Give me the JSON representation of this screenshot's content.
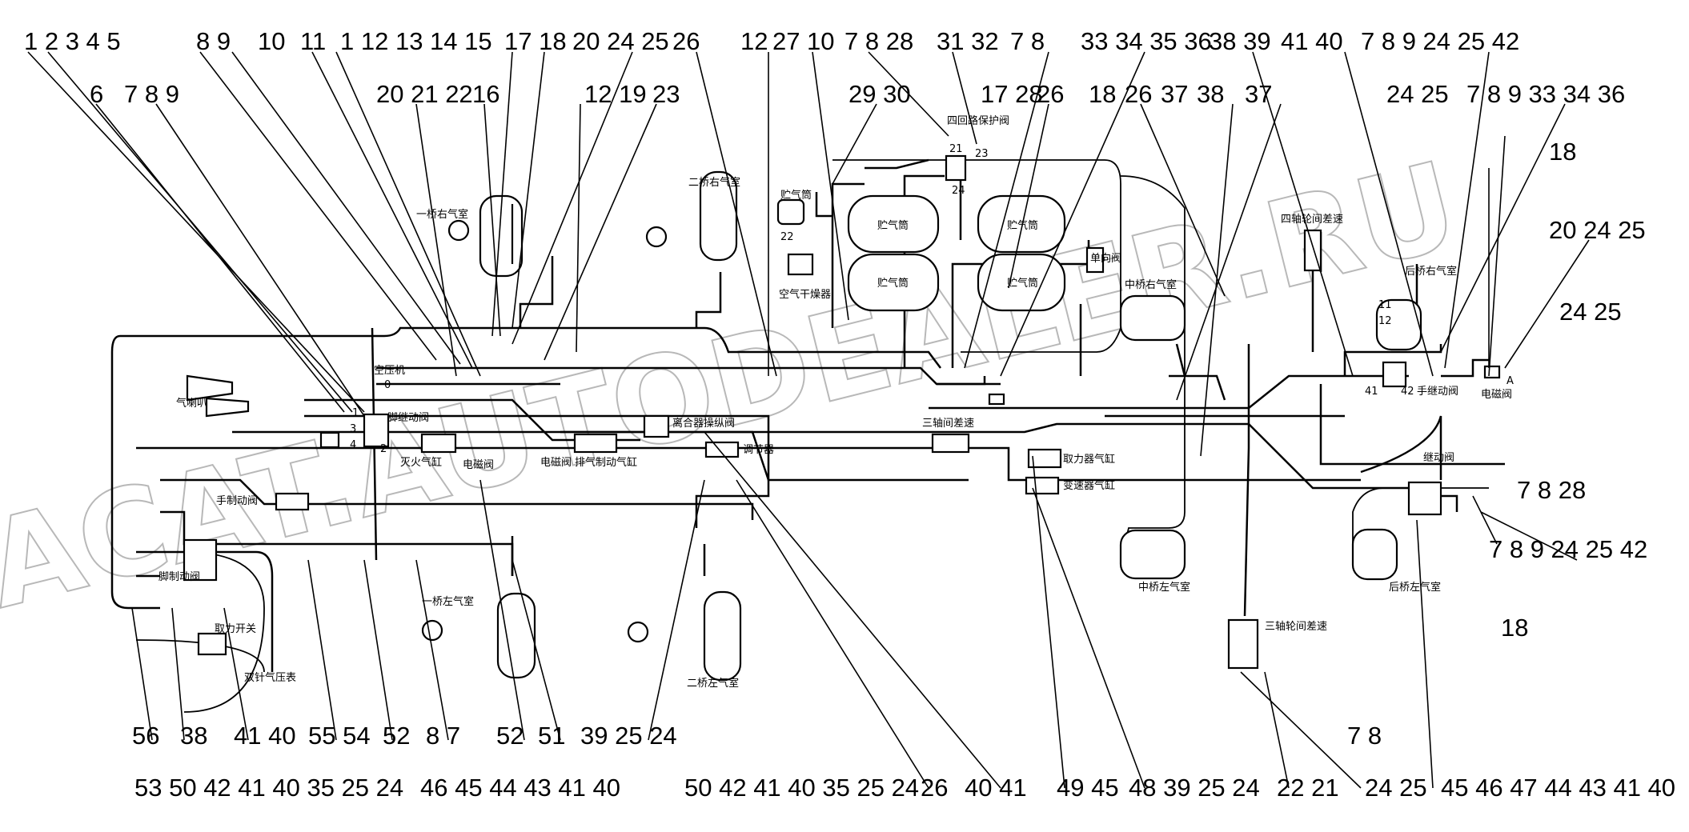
{
  "watermark": "ACAT.AUTODEALER.RU",
  "callouts_top": [
    {
      "text": "1 2 3 4 5"
    },
    {
      "text": "8 9"
    },
    {
      "text": "10"
    },
    {
      "text": "11"
    },
    {
      "text": "1 12 13 14 15"
    },
    {
      "text": "17 18"
    },
    {
      "text": "20 24 25"
    },
    {
      "text": "26"
    },
    {
      "text": "12"
    },
    {
      "text": "27"
    },
    {
      "text": "10"
    },
    {
      "text": "7 8 28"
    },
    {
      "text": "31 32"
    },
    {
      "text": "7 8"
    },
    {
      "text": "33 34 35 36"
    },
    {
      "text": "38 39"
    },
    {
      "text": "41 40"
    },
    {
      "text": "7 8 9 24 25 42"
    }
  ],
  "callouts_row2": [
    {
      "text": "6"
    },
    {
      "text": "7 8 9"
    },
    {
      "text": "20 21 22"
    },
    {
      "text": "16"
    },
    {
      "text": "12 19"
    },
    {
      "text": "23"
    },
    {
      "text": "29 30"
    },
    {
      "text": "17 28"
    },
    {
      "text": "26"
    },
    {
      "text": "18"
    },
    {
      "text": "26"
    },
    {
      "text": "37"
    },
    {
      "text": "38"
    },
    {
      "text": "37"
    },
    {
      "text": "24 25"
    },
    {
      "text": "7 8 9 33 34 36"
    }
  ],
  "callouts_right": [
    {
      "text": "18"
    },
    {
      "text": "20 24 25"
    },
    {
      "text": "24 25"
    },
    {
      "text": "7 8 28"
    },
    {
      "text": "7 8 9 24 25 42"
    },
    {
      "text": "18"
    },
    {
      "text": "7 8"
    }
  ],
  "callouts_bottom1": [
    {
      "text": "56"
    },
    {
      "text": "38"
    },
    {
      "text": "41 40"
    },
    {
      "text": "55 54"
    },
    {
      "text": "52"
    },
    {
      "text": "8 7"
    },
    {
      "text": "52"
    },
    {
      "text": "51"
    },
    {
      "text": "39 25 24"
    }
  ],
  "callouts_bottom2": [
    {
      "text": "53 50 42 41 40 35 25 24"
    },
    {
      "text": "46 45 44 43 41 40"
    },
    {
      "text": "50 42 41 40 35 25 24"
    },
    {
      "text": "26"
    },
    {
      "text": "40 41"
    },
    {
      "text": "49 45"
    },
    {
      "text": "48 39 25 24"
    },
    {
      "text": "22 21"
    },
    {
      "text": "24 25"
    },
    {
      "text": "45 46 47 44 43 41 40"
    }
  ],
  "labels": {
    "front_axle_right_chamber": "一桥右气室",
    "front_axle_left_chamber": "一桥左气室",
    "second_axle_right_chamber": "二桥右气室",
    "second_axle_left_chamber": "二桥左气室",
    "middle_axle_right_chamber": "中桥右气室",
    "middle_axle_left_chamber": "中桥左气室",
    "rear_axle_right_chamber": "后桥右气室",
    "rear_axle_left_chamber": "后桥左气室",
    "air_tank_1": "贮气筒",
    "air_tank_2": "贮气筒",
    "air_tank_3": "贮气筒",
    "air_tank_4": "贮气筒",
    "air_tank_5": "贮气筒",
    "air_dryer": "空气干燥器",
    "four_circuit_valve": "四回路保护阀",
    "check_valve": "单向阀",
    "compressor": "空压机",
    "horn": "气喇叭",
    "foot_relay_valve": "脚继动阀",
    "flameout_cylinder": "灭火气缸",
    "solenoid_valve_1": "电磁阀",
    "solenoid_valve_2": "电磁阀",
    "solenoid_valve_3": "电磁阀",
    "exhaust_brake_cylinder": "排气制动气缸",
    "clutch_valve": "离合器操纵阀",
    "regulator": "调节器",
    "hand_brake_valve": "手制动阀",
    "foot_brake_valve": "脚制动阀",
    "pto_switch": "取力开关",
    "dual_pressure_gauge": "双针气压表",
    "pto_cylinder": "取力器气缸",
    "gearbox_cylinder": "变速器气缸",
    "third_axle_inter_diff": "三轴间差速",
    "third_axle_wheel_diff": "三轴轮间差速",
    "fourth_axle_wheel_diff": "四轴轮间差速",
    "relay_valve": "继动阀",
    "hand_relay_valve": "手继动阀"
  },
  "port_numbers": [
    "1",
    "2",
    "3",
    "4",
    "11",
    "12",
    "21",
    "22",
    "23",
    "24",
    "41",
    "42",
    "0",
    "A"
  ]
}
